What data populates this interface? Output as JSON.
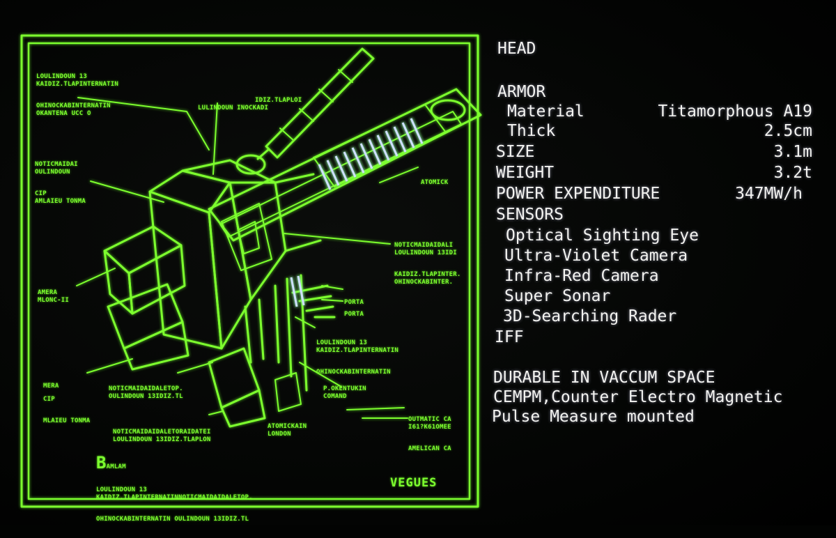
{
  "diagram": {
    "labels": {
      "top_left": [
        "LOULINDOUN 13",
        "KAIDIZ.TLAPINTERNATIN",
        "OHINOCKABINTERNATIN",
        "OKANTENA UCC O"
      ],
      "top_mid": [
        "IDIZ.TLAPLOI",
        "LULINDOUN INOCKADI"
      ],
      "left_mid": [
        "NOTICMAIDAI",
        "OULINDOUN",
        "CIP",
        "AMLAIEU TONMA"
      ],
      "atomick": [
        "ATOMICK"
      ],
      "right_mid": [
        "NOTICMAIDAIDALI",
        "LOULINDOUN 13IDI",
        "KAIDIZ.TLAPINTER.",
        "OHINOCKABINTER."
      ],
      "amera": [
        "AMERA",
        "MLONC-II"
      ],
      "porta": [
        "PORTA",
        "PORTA"
      ],
      "lower_right": [
        "LOULINDOUN 13",
        "KAIDIZ.TLAPINTERNATIN",
        "OHINOCKABINTERNATIN"
      ],
      "mera": [
        "MERA",
        "CIP",
        "MLAIEU TONMA"
      ],
      "lower_mid": [
        "NOTICMAIDAIDALETOP.",
        "OULINDOUN 13IDIZ.TL"
      ],
      "kentukin": [
        "P.OKENTUKIN",
        "COMAND"
      ],
      "bottom_mid": [
        "NOTICMAIDAIDALETORAIDATEI",
        "LOULINDOUN 13IDIZ.TLAPLON"
      ],
      "atomickain": [
        "ATOMICKAIN",
        "LONDON"
      ],
      "outmatic": [
        "OUTMATIC CA",
        "I61?K61OMEE",
        "AMELICAN CA"
      ],
      "b_initial": "B",
      "b_first": "AMLAM",
      "bottom_left": [
        "LOULINDOUN 13",
        "KAIDIZ.TLAPINTERNATINNOTICMAIDAIDALETOP.",
        "OHINOCKABINTERNATIN OULINDOUN 13IDIZ.TL"
      ],
      "signature": "VEGUES"
    }
  },
  "spec": {
    "head": "HEAD",
    "armor": "ARMOR",
    "material_label": "Material",
    "material_value": "Titamorphous A19",
    "thick_label": "Thick",
    "thick_value": "2.5cm",
    "size_label": "SIZE",
    "size_value": "3.1m",
    "weight_label": "WEIGHT",
    "weight_value": "3.2t",
    "power_label": "POWER EXPENDITURE",
    "power_value": "347MW/h",
    "sensors": "SENSORS",
    "sensor_items": [
      "Optical Sighting Eye",
      "Ultra-Violet Camera",
      "Infra-Red Camera",
      "Super Sonar",
      "3D-Searching Rader"
    ],
    "iff": "IFF",
    "note_1": "DURABLE IN VACCUM SPACE",
    "note_2": "CEMPM,Counter Electro Magnetic",
    "note_3": "Pulse Measure mounted"
  },
  "colors": {
    "phosphor_green": "#7dff2e",
    "text_white": "#f3f3f0",
    "background": "#020302",
    "stripe_blue": "#cfe0ff"
  }
}
